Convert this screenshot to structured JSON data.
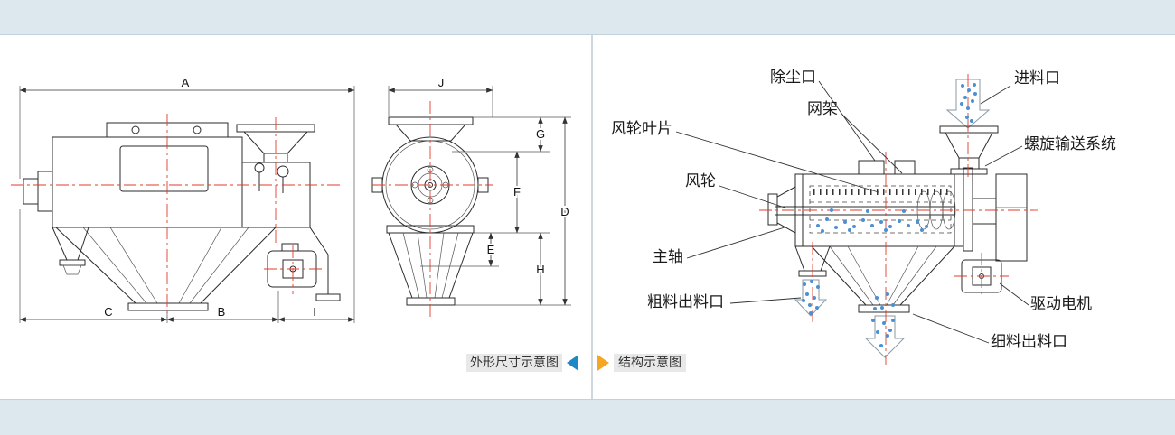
{
  "captions": {
    "left": "外形尺寸示意图",
    "right": "结构示意图"
  },
  "dimensions": {
    "A": "A",
    "B": "B",
    "C": "C",
    "D": "D",
    "E": "E",
    "F": "F",
    "G": "G",
    "H": "H",
    "I": "I",
    "J": "J"
  },
  "labels": {
    "dust_port": "除尘口",
    "feed_inlet": "进料口",
    "impeller_blades": "风轮叶片",
    "mesh_frame": "网架",
    "screw_conveyor": "螺旋输送系统",
    "impeller": "风轮",
    "main_shaft": "主轴",
    "coarse_outlet": "粗料出料口",
    "drive_motor": "驱动电机",
    "fine_outlet": "细料出料口"
  },
  "colors": {
    "centerline": "#e23b2e",
    "particle": "#4a90d2",
    "band": "#dce7ee",
    "left_arrow": "#1e88c7",
    "right_arrow": "#f5a623",
    "caption_bg": "#e8e8e8"
  }
}
